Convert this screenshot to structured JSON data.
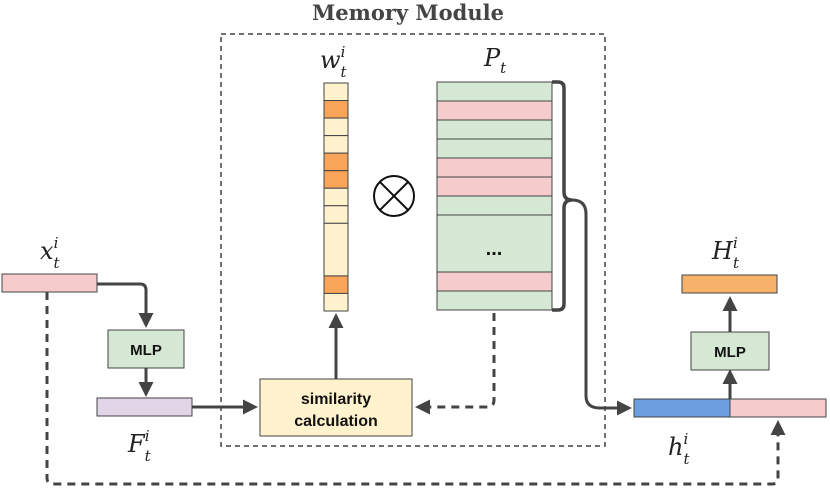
{
  "title": "Memory Module",
  "labels": {
    "x_input": {
      "base": "x",
      "sub": "t",
      "sup": "i"
    },
    "f_feature": {
      "base": "F",
      "sub": "t",
      "sup": "i"
    },
    "w_weights": {
      "base": "w",
      "sub": "t",
      "sup": "i"
    },
    "p_memory": {
      "base": "P",
      "sub": "t"
    },
    "h_hidden": {
      "base": "h",
      "sub": "t",
      "sup": "i"
    },
    "H_output": {
      "base": "H",
      "sub": "t",
      "sup": "i"
    },
    "otimes": "⊗",
    "ellipsis": "..."
  },
  "boxes": {
    "mlp_left": "MLP",
    "mlp_right": "MLP",
    "similarity_line1": "similarity",
    "similarity_line2": "calculation"
  },
  "colors": {
    "pink": "#F5CCCB",
    "green": "#D5E8D4",
    "yellow": "#FFF2CC",
    "orange": "#F6B26B",
    "orange_cell": "#F8A55A",
    "purple": "#E1D5E7",
    "blue": "#6D9EDD",
    "dark": "#444444"
  },
  "weights_vector": [
    "light",
    "dark",
    "light",
    "light",
    "dark",
    "dark",
    "light",
    "light",
    "light",
    "dark",
    "light"
  ],
  "memory_rows": [
    "green",
    "pink",
    "green",
    "green",
    "pink",
    "pink",
    "green",
    "ellipsis",
    "pink",
    "green"
  ]
}
